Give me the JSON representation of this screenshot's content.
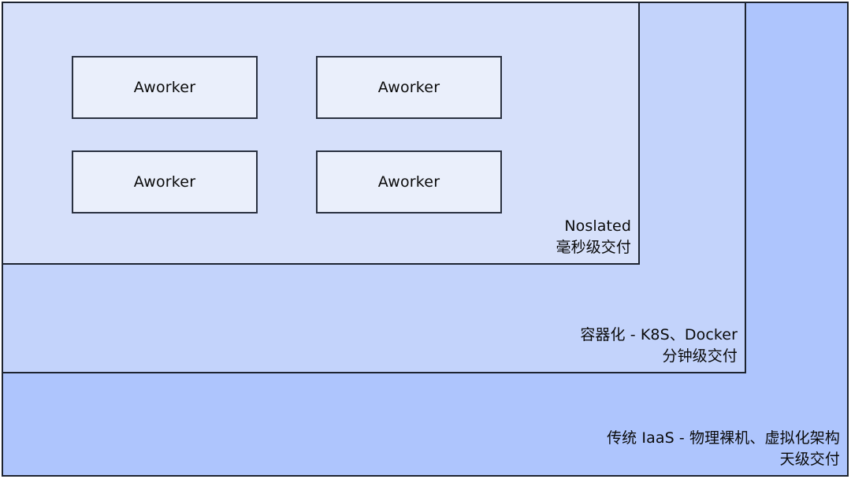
{
  "diagram": {
    "title_visible": false,
    "background_color": "#ffffff",
    "layers": [
      {
        "id": "noslated",
        "caption_line1": "Noslated",
        "caption_line2": "毫秒级交付",
        "fill": "#d6e0fa",
        "stroke": "#1d2430"
      },
      {
        "id": "containerization",
        "caption_line1": "容器化 - K8S、Docker",
        "caption_line2": "分钟级交付",
        "fill": "#c3d3fb",
        "stroke": "#1d2430"
      },
      {
        "id": "traditional-iaas",
        "caption_line1": "传统 IaaS - 物理裸机、虚拟化架构",
        "caption_line2": "天级交付",
        "fill": "#aec5fd",
        "stroke": "#1d2430"
      }
    ],
    "workers": {
      "fill": "#eaeffb",
      "stroke": "#2a3140",
      "rows": [
        [
          "Aworker",
          "Aworker"
        ],
        [
          "Aworker",
          "Aworker"
        ]
      ]
    }
  }
}
